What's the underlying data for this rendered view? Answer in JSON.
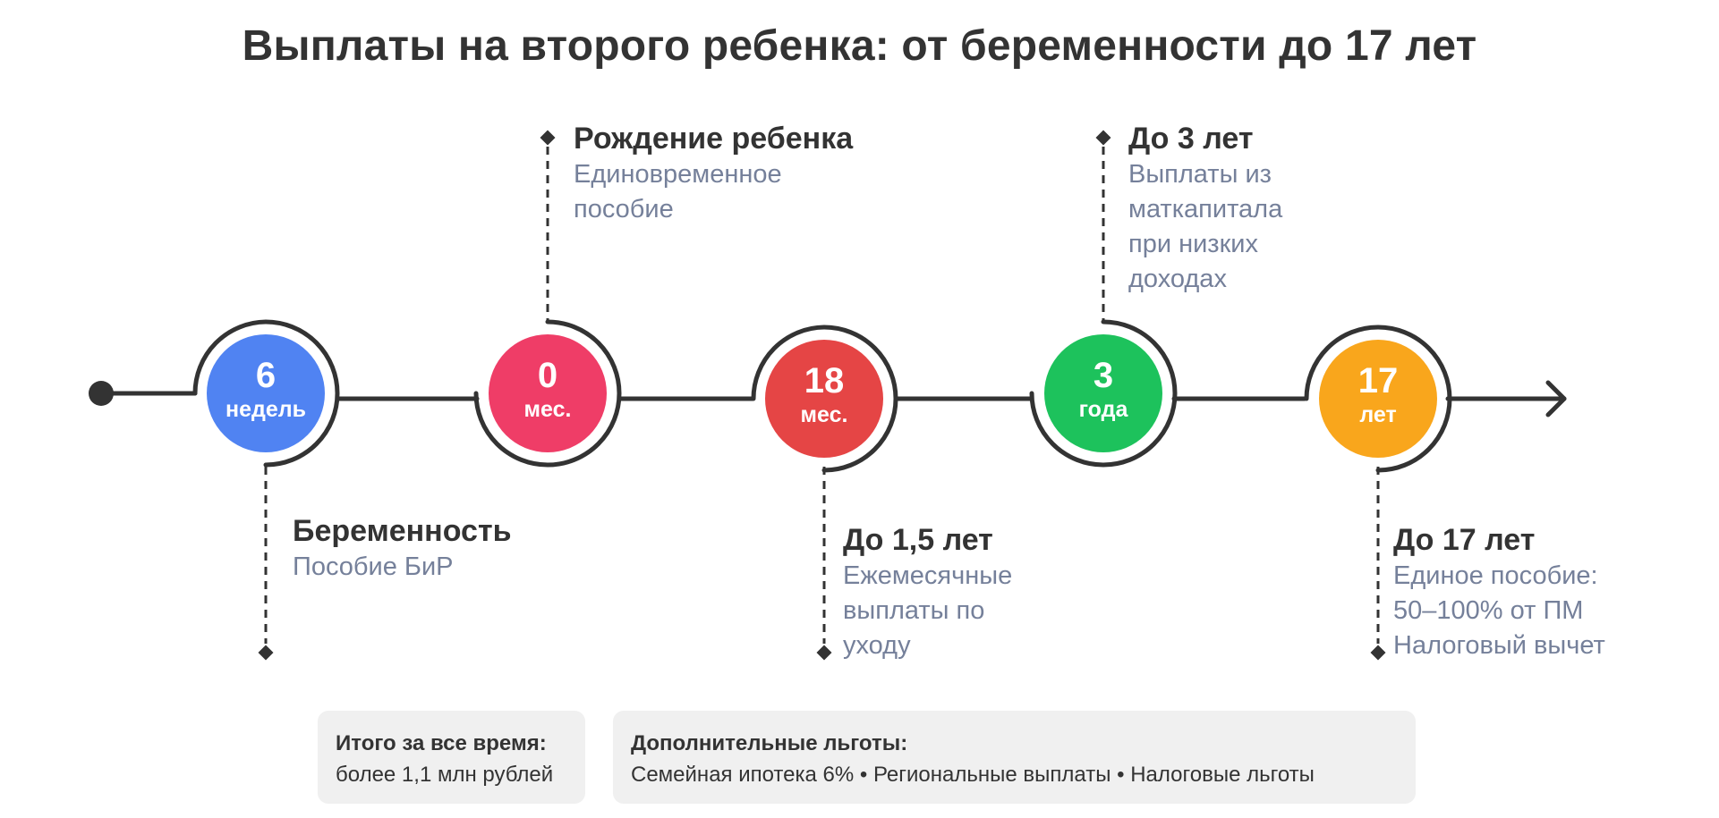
{
  "title": "Выплаты на второго ребенка: от беременности до 17 лет",
  "colors": {
    "line": "#333333",
    "stage_6": "#5083f2",
    "stage_0": "#ef3d67",
    "stage_18": "#e54545",
    "stage_3": "#1dc25c",
    "stage_17": "#f9a61c",
    "caption": "#75809a",
    "box_bg": "#f0f0f0"
  },
  "icons": {
    "start": "filled-dot",
    "end": "arrow-right",
    "marker": "diamond"
  },
  "stages": [
    {
      "number": "6",
      "unit": "недель",
      "color": "#5083f2"
    },
    {
      "number": "0",
      "unit": "мес.",
      "color": "#ef3d67"
    },
    {
      "number": "18",
      "unit": "мес.",
      "color": "#e54545"
    },
    {
      "number": "3",
      "unit": "года",
      "color": "#1dc25c"
    },
    {
      "number": "17",
      "unit": "лет",
      "color": "#f9a61c"
    }
  ],
  "milestones": [
    {
      "heading": "Беременность",
      "text": "Пособие БиР"
    },
    {
      "heading": "Рождение ребенка",
      "text": "Единовременное\nпособие"
    },
    {
      "heading": "До 1,5 лет",
      "text": "Ежемесячные\nвыплаты по\nуходу"
    },
    {
      "heading": "До 3 лет",
      "text": "Выплаты из\nматкапитала\nпри низких\nдоходах"
    },
    {
      "heading": "До 17 лет",
      "text": "Единое пособие:\n50–100% от ПМ\nНалоговый вычет"
    }
  ],
  "summary": {
    "total_heading": "Итого за все время:",
    "total_text": "более 1,1 млн рублей",
    "extra_heading": "Дополнительные льготы:",
    "extra_text": "Семейная ипотека 6% • Региональные выплаты • Налоговые льготы"
  }
}
